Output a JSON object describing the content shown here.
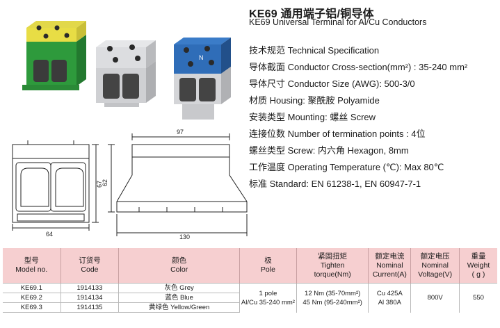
{
  "title": "KE69 通用端子铝/铜导体",
  "subtitle": "KE69 Universal Terminal for Al/Cu Conductors",
  "specs": [
    "技术规范 Technical Specification",
    "导体截面 Conductor Cross-section(mm²) : 35-240 mm²",
    "导体尺寸 Conductor Size (AWG):  500-3/0",
    "材质 Housing:  聚酰胺 Polyamide",
    "安装类型 Mounting: 螺丝 Screw",
    "连接位数 Number of termination points : 4位",
    "螺丝类型 Screw:  内六角 Hexagon, 8mm",
    "工作温度 Operating Temperature (℃):   Max 80℃",
    "标准 Standard:   EN 61238-1, EN 60947-7-1"
  ],
  "dimensions": {
    "front_width": "64",
    "front_height": "67",
    "side_top": "97",
    "side_height": "62",
    "side_bottom": "130"
  },
  "product_icon_label": "N",
  "colors": {
    "table_header_bg": "#f6cfd0",
    "green": "#2e9a3c",
    "yellow": "#e8dd45",
    "grey": "#d8d9dc",
    "blue": "#2f6db8"
  },
  "table": {
    "headers": [
      [
        "型号",
        "Model no."
      ],
      [
        "订货号",
        "Code"
      ],
      [
        "颜色",
        "Color"
      ],
      [
        "极",
        "Pole"
      ],
      [
        "紧固扭矩",
        "Tighten",
        "torque(Nm)"
      ],
      [
        "额定电流",
        "Nominal",
        "Current(A)"
      ],
      [
        "额定电压",
        "Nominal",
        "Voltage(V)"
      ],
      [
        "重量",
        "Weight",
        "( g )"
      ]
    ],
    "rows": [
      {
        "model": "KE69.1",
        "code": "1914133",
        "color": "灰色 Grey"
      },
      {
        "model": "KE69.2",
        "code": "1914134",
        "color": "蓝色 Blue"
      },
      {
        "model": "KE69.3",
        "code": "1914135",
        "color": "黄绿色 Yellow/Green"
      }
    ],
    "pole": [
      "1 pole",
      "Al/Cu 35-240 mm²"
    ],
    "torque": [
      "12 Nm (35-70mm²)",
      "45 Nm (95-240mm²)"
    ],
    "current": [
      "Cu 425A",
      "Al 380A"
    ],
    "voltage": "800V",
    "weight": "550"
  }
}
